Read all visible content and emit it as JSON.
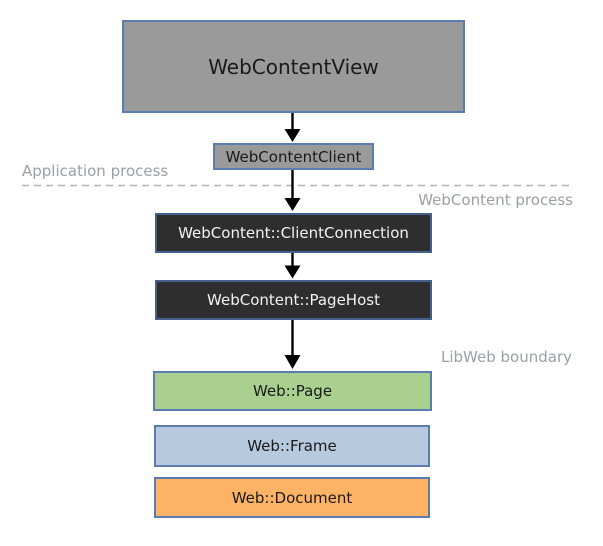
{
  "nodes": {
    "web_content_view": {
      "label": "WebContentView"
    },
    "web_content_client": {
      "label": "WebContentClient"
    },
    "client_connection": {
      "label": "WebContent::ClientConnection"
    },
    "page_host": {
      "label": "WebContent::PageHost"
    },
    "web_page": {
      "label": "Web::Page"
    },
    "web_frame": {
      "label": "Web::Frame"
    },
    "web_document": {
      "label": "Web::Document"
    }
  },
  "region_labels": {
    "application_process": "Application process",
    "webcontent_process": "WebContent process",
    "libweb_boundary": "LibWeb boundary"
  },
  "colors": {
    "box_border": "#5b7cb0",
    "gray_fill": "#9a9a9a",
    "dark_fill": "#2e2e2e",
    "dark_border": "#44608c",
    "green_fill": "#a9d08e",
    "blue_fill": "#b7c9de",
    "orange_fill": "#fcb366",
    "label_gray": "#9aa0a6",
    "dash_gray": "#b3b3b3",
    "arrow_black": "#000000"
  }
}
